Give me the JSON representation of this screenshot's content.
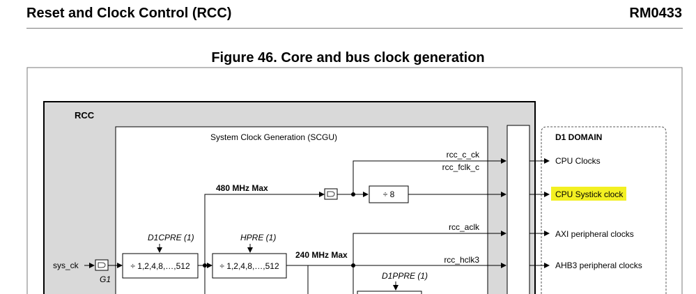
{
  "header": {
    "section_title": "Reset and Clock Control (RCC)",
    "doc_id": "RM0433"
  },
  "figure": {
    "title": "Figure 46. Core and bus clock generation"
  },
  "diagram": {
    "rcc_label": "RCC",
    "scgu_label": "System Clock Generation (SCGU)",
    "domain_label": "D1 DOMAIN",
    "signals": {
      "sys_ck": "sys_ck",
      "g1": "G1",
      "rcc_c_ck": "rcc_c_ck",
      "rcc_fclk_c": "rcc_fclk_c",
      "rcc_aclk": "rcc_aclk",
      "rcc_hclk3": "rcc_hclk3",
      "max_480": "480 MHz Max",
      "max_240": "240 MHz Max"
    },
    "prescalers": {
      "d1cpre_label": "D1CPRE (1)",
      "d1cpre_values": "÷ 1,2,4,8,…,512",
      "hpre_label": "HPRE (1)",
      "hpre_values": "÷ 1,2,4,8,…,512",
      "div8": "÷ 8",
      "d1ppre_label": "D1PPRE (1)"
    },
    "outputs": {
      "cpu_clocks": "CPU Clocks",
      "cpu_systick": "CPU Systick clock",
      "axi_periph": "AXI peripheral clocks",
      "ahb3_periph": "AHB3 peripheral clocks"
    },
    "colors": {
      "highlight": "#f3f022",
      "rcc_fill": "#d9d9d9",
      "line": "#000000"
    }
  }
}
